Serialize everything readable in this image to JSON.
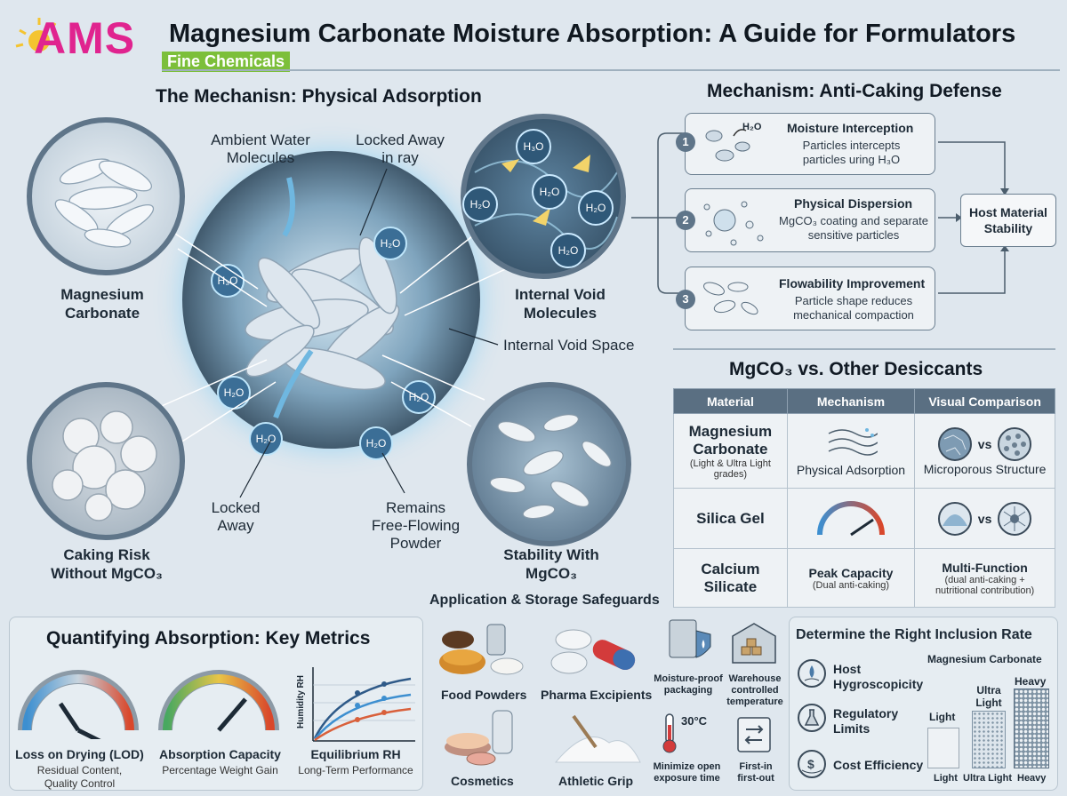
{
  "header": {
    "logo_text": "AMS",
    "logo_sub": "Fine Chemicals",
    "title": "Magnesium Carbonate Moisture Absorption: A Guide for Formulators"
  },
  "mechanism": {
    "title": "The Mechanisn: Physical Adsorption",
    "labels": {
      "ambient_line1": "Ambient Water",
      "ambient_line2": "Molecules",
      "locked_top_line1": "Locked Away",
      "locked_top_line2": "in ray",
      "internal_void_space": "Internal Void Space",
      "mgco3_line1": "Magnesium",
      "mgco3_line2": "Carbonate",
      "void_mol_line1": "Internal Void",
      "void_mol_line2": "Molecules",
      "locked_bottom_line1": "Locked",
      "locked_bottom_line2": "Away",
      "remains_line1": "Remains",
      "remains_line2": "Free-Flowing",
      "remains_line3": "Powder",
      "caking_line1": "Caking Risk",
      "caking_line2": "Without MgCO₃",
      "stability_line1": "Stability With",
      "stability_line2": "MgCO₃"
    },
    "molecule": "H₂O",
    "molecule_alt": "H₃O"
  },
  "anticaking": {
    "title": "Mechanism: Anti-Caking Defense",
    "steps": [
      {
        "num": "1",
        "title": "Moisture Interception",
        "desc1": "Particles intercepts",
        "desc2": "particles uring H₃O"
      },
      {
        "num": "2",
        "title": "Physical Dispersion",
        "desc1": "MgCO₃ coating and separate",
        "desc2": "sensitive particles"
      },
      {
        "num": "3",
        "title": "Flowability Improvement",
        "desc1": "Particle shape reduces",
        "desc2": "mechanical compaction"
      }
    ],
    "host_line1": "Host Material",
    "host_line2": "Stability"
  },
  "comparison": {
    "title": "MgCO₃ vs. Other Desiccants",
    "headers": [
      "Material",
      "Mechanism",
      "Visual Comparison"
    ],
    "rows": [
      {
        "material": "Magnesium Carbonate",
        "material_sub": "(Light & Ultra Light grades)",
        "mechanism": "Physical Adsorption",
        "mechanism_sub": "",
        "visual": "Microporous Structure",
        "visual_sub": ""
      },
      {
        "material": "Silica Gel",
        "material_sub": "",
        "mechanism": "",
        "mechanism_sub": "",
        "visual": "",
        "visual_sub": ""
      },
      {
        "material": "Calcium Silicate",
        "material_sub": "",
        "mechanism": "Peak Capacity",
        "mechanism_sub": "(Dual anti-caking)",
        "visual": "Multi-Function",
        "visual_sub": "(dual anti-caking + nutritional contribution)"
      }
    ],
    "vs": "vs"
  },
  "metrics": {
    "title": "Quantifying Absorption: Key Metrics",
    "items": [
      {
        "title": "Loss on Drying (LOD)",
        "sub1": "Residual Content,",
        "sub2": "Quality Control"
      },
      {
        "title": "Absorption Capacity",
        "sub1": "Percentage Weight Gain",
        "sub2": ""
      },
      {
        "title": "Equilibrium RH",
        "sub1": "Long-Term Performance",
        "sub2": ""
      }
    ],
    "ylabel": "Humidity RH"
  },
  "applications": {
    "title": "Application & Storage Safeguards",
    "food": "Food Powders",
    "pharma": "Pharma Excipients",
    "cosmetics": "Cosmetics",
    "athletic": "Athletic Grip",
    "moisture_line1": "Moisture-proof",
    "moisture_line2": "packaging",
    "warehouse_line1": "Warehouse",
    "warehouse_line2": "controlled",
    "warehouse_line3": "temperature",
    "temp": "30°C",
    "minimize_line1": "Minimize open",
    "minimize_line2": "exposure time",
    "fifo_line1": "First-in",
    "fifo_line2": "first-out"
  },
  "inclusion": {
    "title": "Determine the Right Inclusion Rate",
    "items": [
      {
        "line1": "Host",
        "line2": "Hygroscopicity"
      },
      {
        "line1": "Regulatory",
        "line2": "Limits"
      },
      {
        "line1": "Cost Efficiency",
        "line2": ""
      }
    ],
    "chart_title": "Magnesium Carbonate",
    "bars": [
      {
        "top": "Light",
        "top2": "",
        "bottom": "Light"
      },
      {
        "top": "Ultra",
        "top2": "Light",
        "bottom": "Ultra Light"
      },
      {
        "top": "Heavy",
        "top2": "",
        "bottom": "Heavy"
      }
    ]
  }
}
